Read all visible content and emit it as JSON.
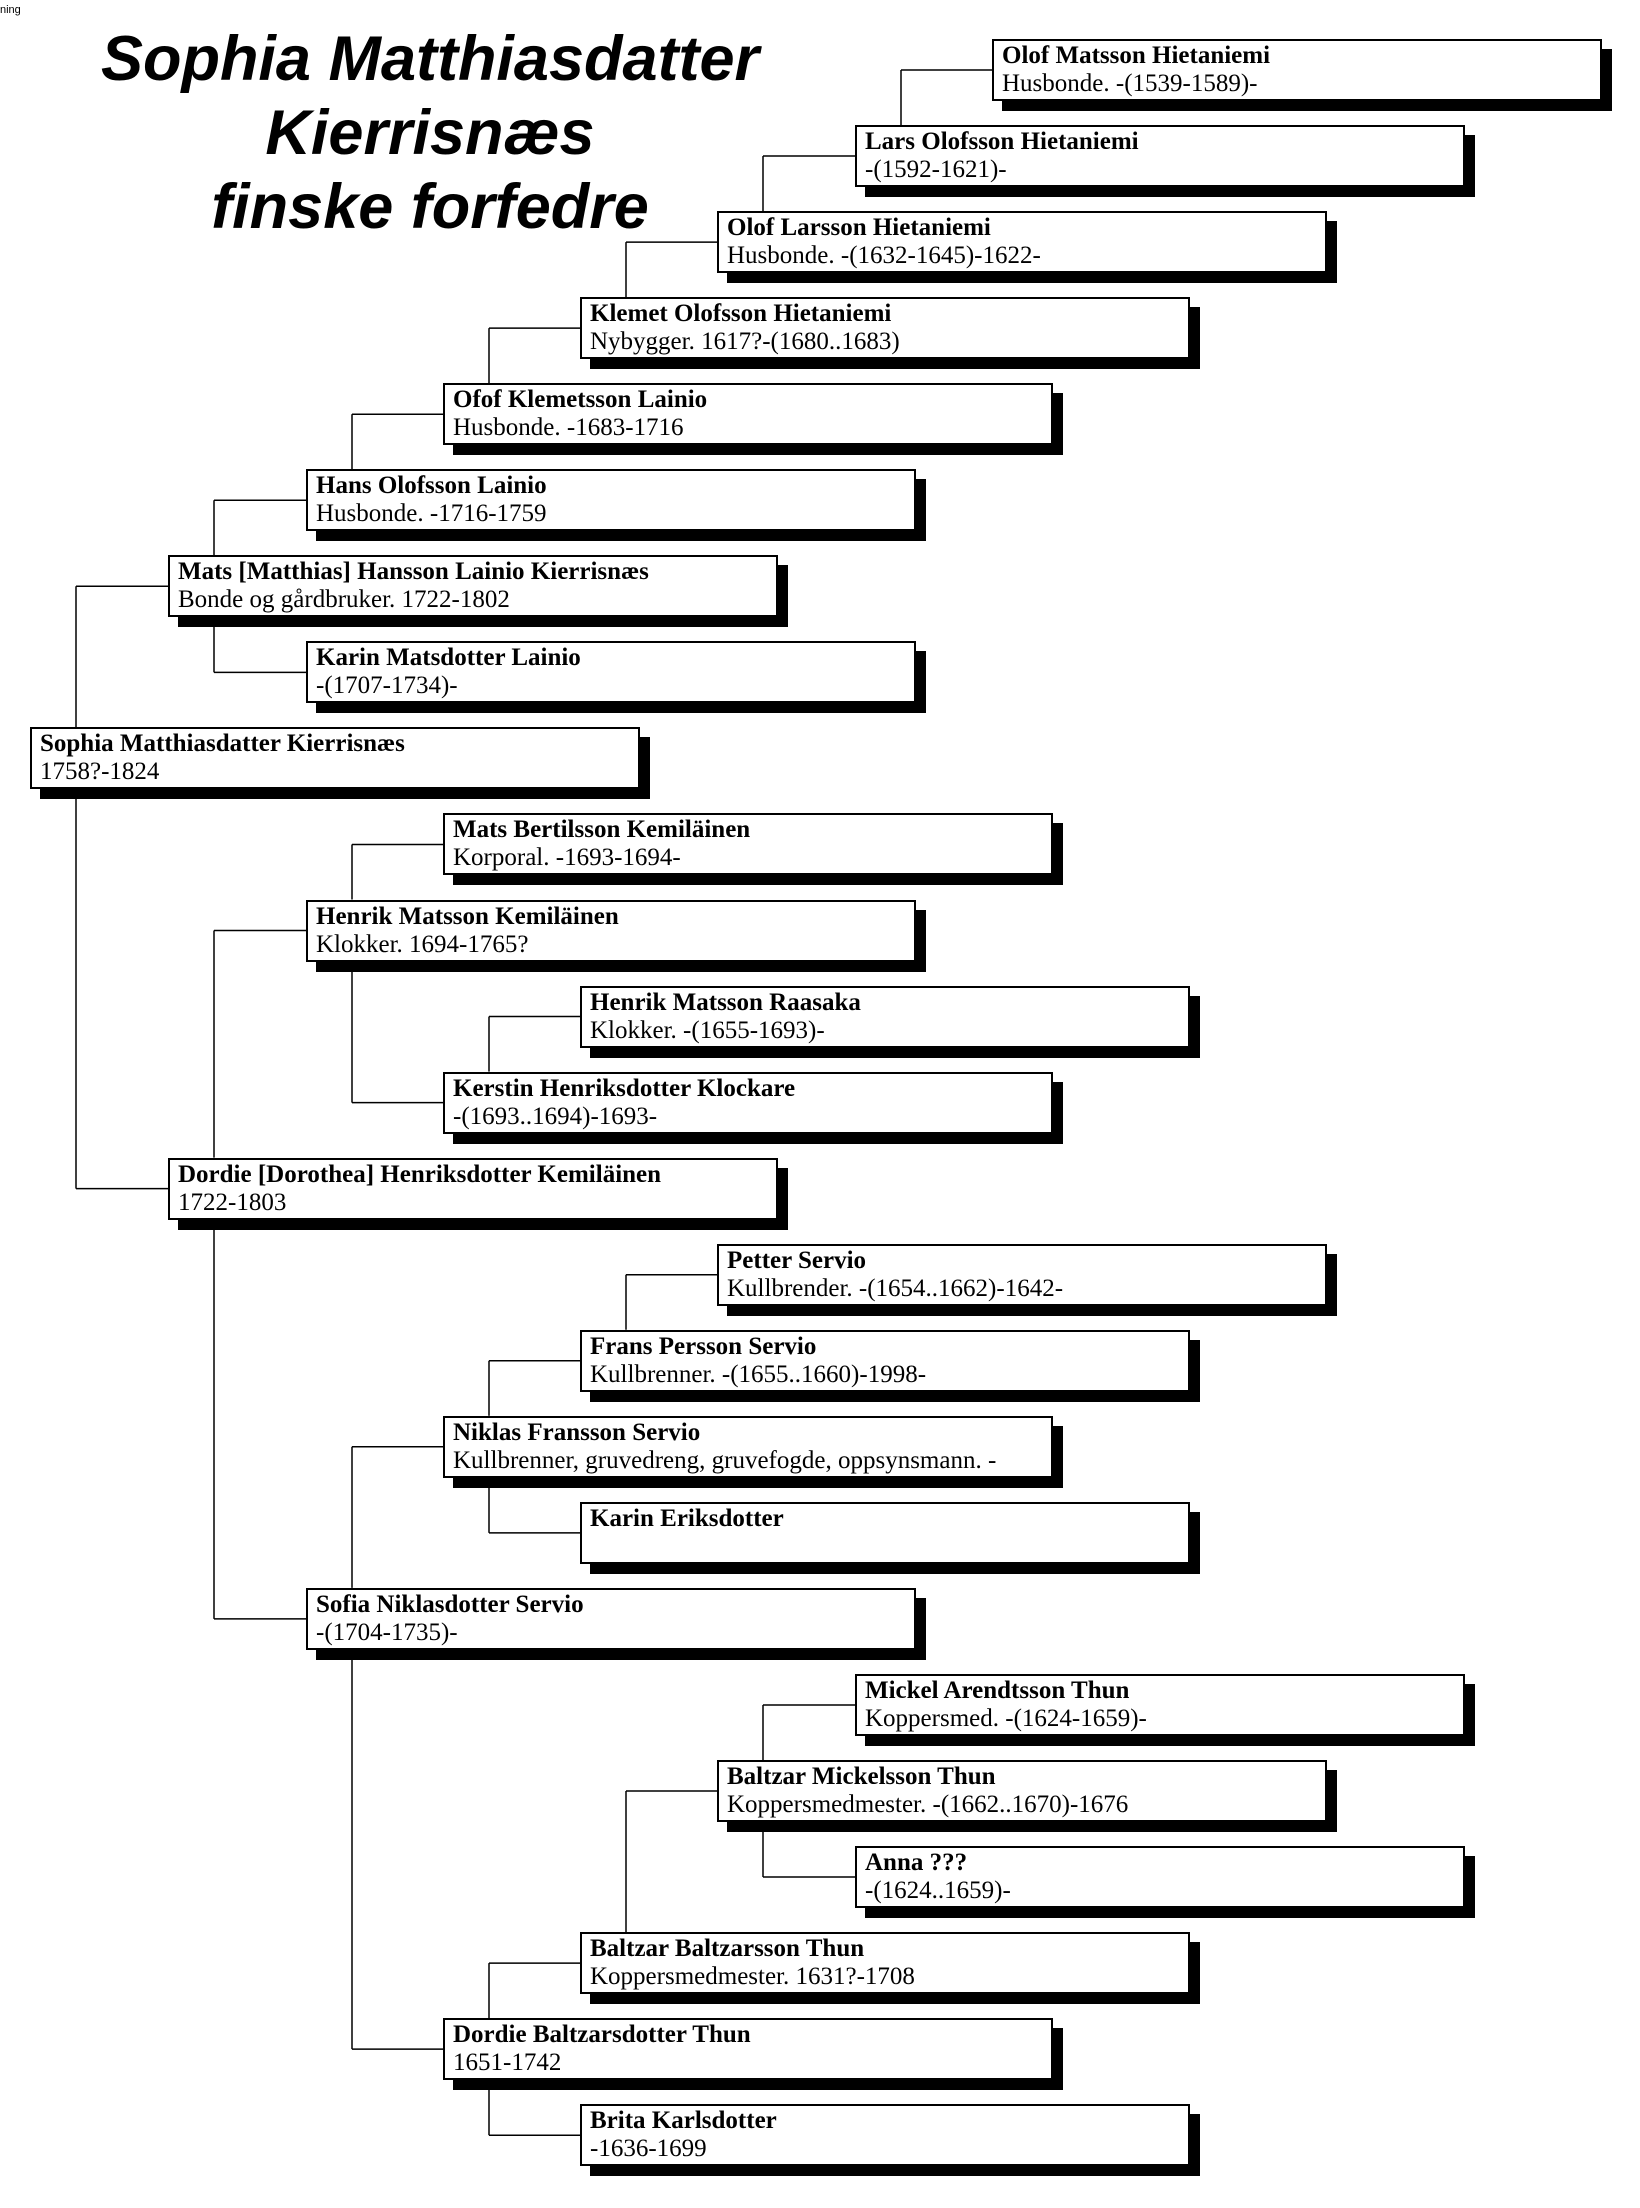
{
  "corner_label": "ning",
  "title": {
    "lines": [
      "Sophia Matthiasdatter",
      "Kierrisnæs",
      "finske forfedre"
    ]
  },
  "people": [
    {
      "id": "olof-matsson-hietaniemi",
      "name": "Olof Matsson Hietaniemi",
      "info": "Husbonde. -(1539-1589)-"
    },
    {
      "id": "lars-olofsson-hietaniemi",
      "name": "Lars Olofsson Hietaniemi",
      "info": "-(1592-1621)-"
    },
    {
      "id": "olof-larsson-hietaniemi",
      "name": "Olof Larsson Hietaniemi",
      "info": "Husbonde. -(1632-1645)-1622-"
    },
    {
      "id": "klemet-olofsson-hietaniemi",
      "name": "Klemet Olofsson Hietaniemi",
      "info": "Nybygger. 1617?-(1680..1683)"
    },
    {
      "id": "ofof-klemetsson-lainio",
      "name": "Ofof Klemetsson Lainio",
      "info": "Husbonde. -1683-1716"
    },
    {
      "id": "hans-olofsson-lainio",
      "name": "Hans Olofsson Lainio",
      "info": "Husbonde. -1716-1759"
    },
    {
      "id": "mats-hansson-lainio-kierrisnaes",
      "name": "Mats [Matthias] Hansson Lainio Kierrisnæs",
      "info": "Bonde og gårdbruker. 1722-1802"
    },
    {
      "id": "karin-matsdotter-lainio",
      "name": "Karin Matsdotter Lainio",
      "info": "-(1707-1734)-"
    },
    {
      "id": "sophia-matthiasdatter-kierrisnaes",
      "name": "Sophia Matthiasdatter Kierrisnæs",
      "info": "1758?-1824"
    },
    {
      "id": "mats-bertilsson-kemilainen",
      "name": "Mats Bertilsson Kemiläinen",
      "info": "Korporal. -1693-1694-"
    },
    {
      "id": "henrik-matsson-kemilainen",
      "name": "Henrik Matsson Kemiläinen",
      "info": "Klokker. 1694-1765?"
    },
    {
      "id": "henrik-matsson-raasaka",
      "name": "Henrik Matsson Raasaka",
      "info": "Klokker. -(1655-1693)-"
    },
    {
      "id": "kerstin-henriksdotter-klockare",
      "name": "Kerstin Henriksdotter Klockare",
      "info": "-(1693..1694)-1693-"
    },
    {
      "id": "dordie-henriksdotter-kemilainen",
      "name": "Dordie [Dorothea] Henriksdotter Kemiläinen",
      "info": "1722-1803"
    },
    {
      "id": "petter-servio",
      "name": "Petter  Servio",
      "info": "Kullbrender. -(1654..1662)-1642-"
    },
    {
      "id": "frans-persson-servio",
      "name": "Frans Persson Servio",
      "info": "Kullbrenner. -(1655..1660)-1998-"
    },
    {
      "id": "niklas-fransson-servio",
      "name": "Niklas Fransson Servio",
      "info": "Kullbrenner, gruvedreng, gruvefogde, oppsynsmann.  -"
    },
    {
      "id": "karin-eriksdotter",
      "name": "Karin Eriksdotter",
      "info": ""
    },
    {
      "id": "sofia-niklasdotter-servio",
      "name": "Sofia Niklasdotter Servio",
      "info": "-(1704-1735)-"
    },
    {
      "id": "mickel-arendtsson-thun",
      "name": "Mickel Arendtsson Thun",
      "info": "Koppersmed. -(1624-1659)-"
    },
    {
      "id": "baltzar-mickelsson-thun",
      "name": "Baltzar Mickelsson Thun",
      "info": "Koppersmedmester. -(1662..1670)-1676"
    },
    {
      "id": "anna",
      "name": "Anna  ???",
      "info": "-(1624..1659)-"
    },
    {
      "id": "baltzar-baltzarsson-thun",
      "name": "Baltzar Baltzarsson Thun",
      "info": "Koppersmedmester. 1631?-1708"
    },
    {
      "id": "dordie-baltzarsdotter-thun",
      "name": "Dordie Baltzarsdotter Thun",
      "info": "1651-1742"
    },
    {
      "id": "brita-karlsdotter",
      "name": "Brita  Karlsdotter",
      "info": "-1636-1699"
    }
  ]
}
